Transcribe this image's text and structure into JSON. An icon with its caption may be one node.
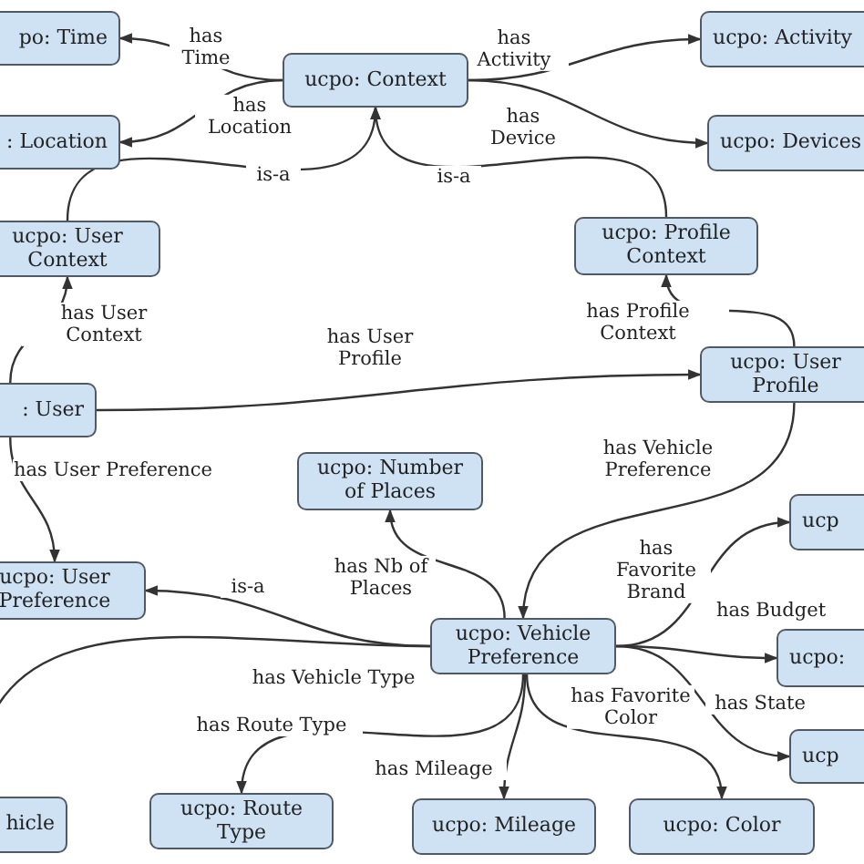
{
  "diagram": {
    "nodes": [
      {
        "text": [
          "po: Time"
        ]
      },
      {
        "text": [
          ": Location"
        ]
      },
      {
        "text": [
          "ucpo: Context"
        ]
      },
      {
        "text": [
          "ucpo: Activity"
        ]
      },
      {
        "text": [
          "ucpo: Devices"
        ]
      },
      {
        "text": [
          "ucpo: User Context"
        ]
      },
      {
        "text": [
          "ucpo: Profile Context"
        ]
      },
      {
        "text": [
          ": User"
        ]
      },
      {
        "text": [
          "ucpo: User Profile"
        ]
      },
      {
        "text": [
          "ucpo: Number of Places"
        ]
      },
      {
        "text": [
          "ucpo: User Preference"
        ]
      },
      {
        "text": [
          "ucpo: Vehicle Preference"
        ]
      },
      {
        "text": [
          "ucp"
        ]
      },
      {
        "text": [
          "ucpo:"
        ]
      },
      {
        "text": [
          "ucp"
        ]
      },
      {
        "text": [
          "hicle"
        ]
      },
      {
        "text": [
          "ucpo: Route Type"
        ]
      },
      {
        "text": [
          "ucpo: Mileage"
        ]
      },
      {
        "text": [
          "ucpo: Color"
        ]
      }
    ],
    "edges": [
      {
        "from": 2,
        "to": 0,
        "arrow": "to",
        "label": "has Time"
      },
      {
        "from": 2,
        "to": 1,
        "arrow": "to",
        "label": "has Location"
      },
      {
        "from": 2,
        "to": 3,
        "arrow": "to",
        "label": "has Activity"
      },
      {
        "from": 2,
        "to": 4,
        "arrow": "to",
        "label": "has Device"
      },
      {
        "from": 5,
        "to": 2,
        "arrow": "to",
        "label": "is-a"
      },
      {
        "from": 6,
        "to": 2,
        "arrow": "to",
        "label": "is-a"
      },
      {
        "from": 7,
        "to": 5,
        "arrow": "to",
        "label": "has User Context"
      },
      {
        "from": 7,
        "to": 8,
        "arrow": "to",
        "label": "has User Profile"
      },
      {
        "from": 8,
        "to": 6,
        "arrow": "to",
        "label": "has Profile Context"
      },
      {
        "from": 7,
        "to": 10,
        "arrow": "to",
        "label": "has User Preference"
      },
      {
        "from": 8,
        "to": 11,
        "arrow": "to",
        "label": "has Vehicle Preference"
      },
      {
        "from": 11,
        "to": 9,
        "arrow": "to",
        "label": "has Nb of Places"
      },
      {
        "from": 11,
        "to": 10,
        "arrow": "to",
        "label": "is-a"
      },
      {
        "from": 11,
        "to": 15,
        "arrow": "to",
        "label": "has Vehicle Type"
      },
      {
        "from": 11,
        "to": 12,
        "arrow": "to",
        "label": "has Favorite Brand"
      },
      {
        "from": 11,
        "to": 13,
        "arrow": "to",
        "label": "has Budget"
      },
      {
        "from": 11,
        "to": 14,
        "arrow": "to",
        "label": "has State"
      },
      {
        "from": 11,
        "to": 18,
        "arrow": "to",
        "label": "has Favorite Color"
      },
      {
        "from": 11,
        "to": 17,
        "arrow": "to",
        "label": "has Mileage"
      },
      {
        "from": 11,
        "to": 16,
        "arrow": "to",
        "label": "has Route Type"
      }
    ]
  }
}
